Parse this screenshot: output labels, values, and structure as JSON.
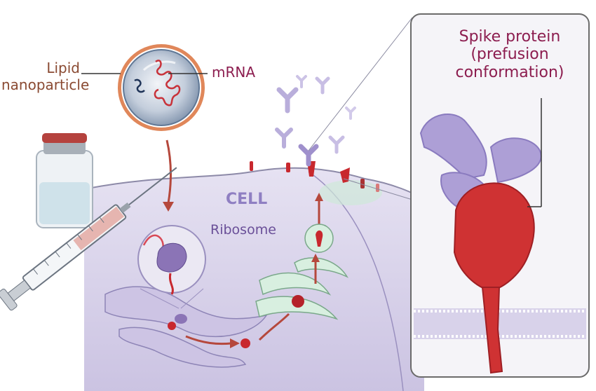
{
  "labels": {
    "lipid_nanoparticle": [
      "Lipid",
      "nanoparticle"
    ],
    "mrna": "mRNA",
    "cell": "CELL",
    "ribosome": "Ribosome",
    "spike_protein": [
      "Spike protein",
      "(prefusion",
      "conformation)"
    ]
  },
  "colors": {
    "label_brown": "#8a4a32",
    "label_plum": "#8c1d4f",
    "cell_fill": "#dcd6ec",
    "spike_red": "#c8282e",
    "antibody_purple": "#a99ad0",
    "nanoparticle_shell": "#e0875a",
    "panel_border": "#6b6b6b"
  }
}
